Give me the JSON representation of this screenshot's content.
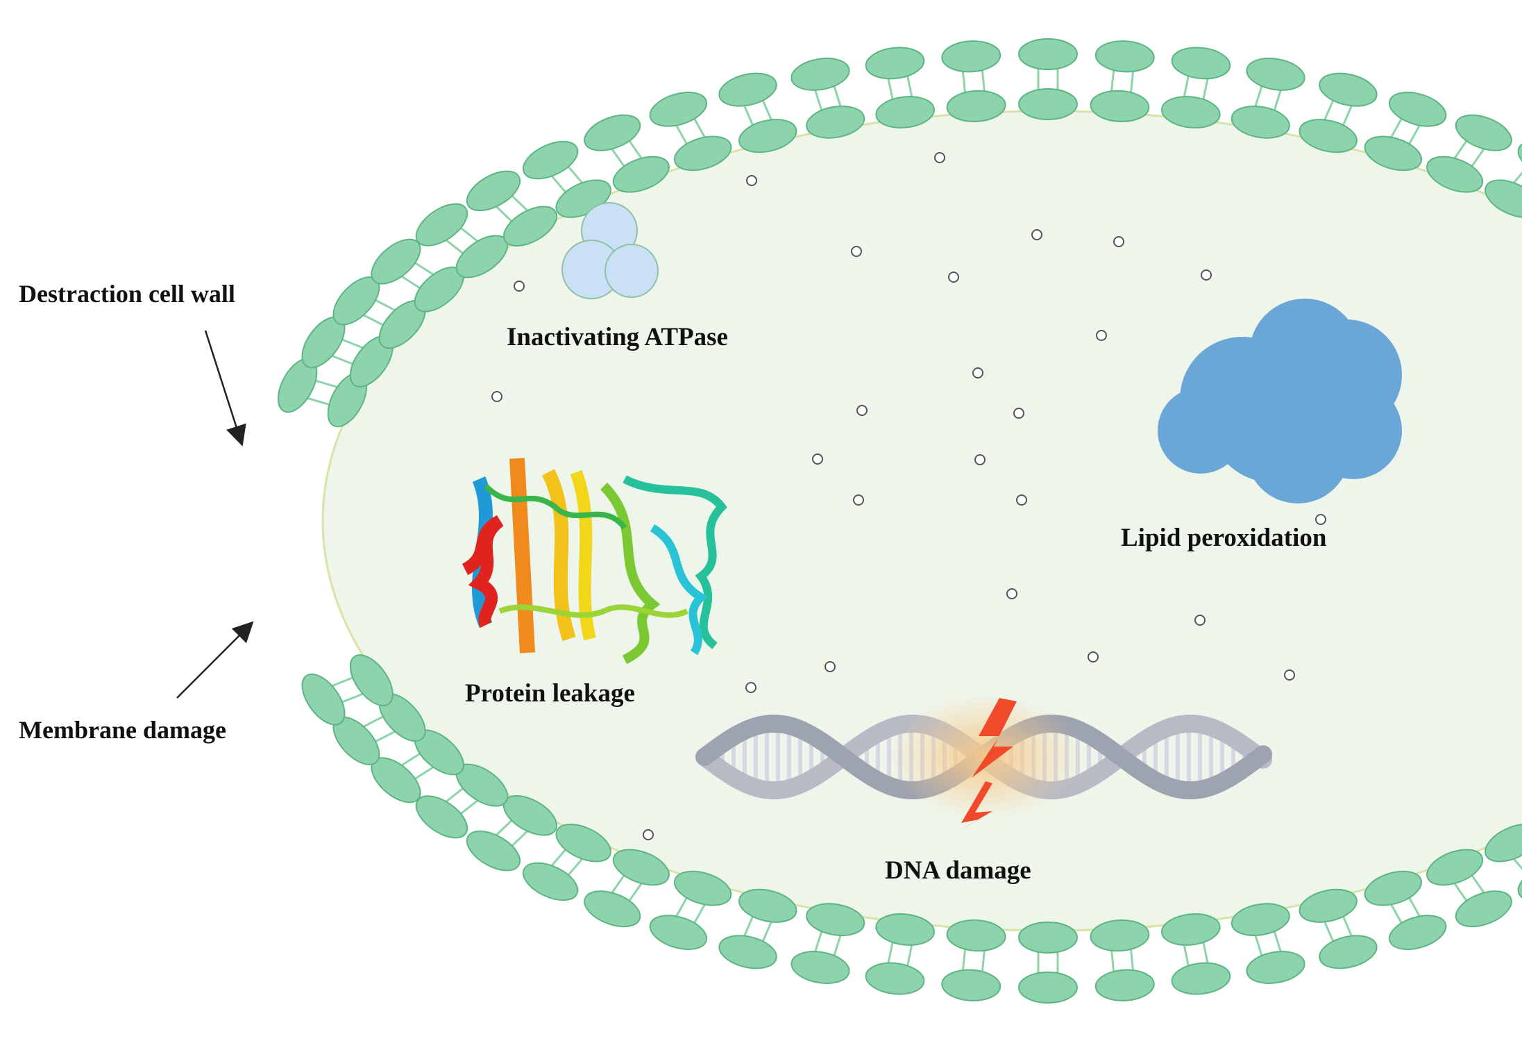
{
  "labels": {
    "cell_wall": "Destraction cell wall",
    "membrane": "Membrane damage",
    "atpase": "Inactivating ATPase",
    "lipid": "Lipid peroxidation",
    "protein": "Protein leakage",
    "dna": "DNA damage"
  },
  "colors": {
    "membrane_head": "#8dd3ab",
    "membrane_stroke": "#5db583",
    "cytoplasm": "#eef5ea",
    "cytoplasm_stroke": "#d9e3a6",
    "atpase": "#c9e0f5",
    "lipid": "#6aa6d6",
    "vesicle_stroke": "#555555"
  },
  "icons": [
    "atpase-icon",
    "lipid-cloud-icon",
    "protein-ribbon-icon",
    "dna-helix-icon",
    "lightning-icon",
    "arrow-icon"
  ]
}
